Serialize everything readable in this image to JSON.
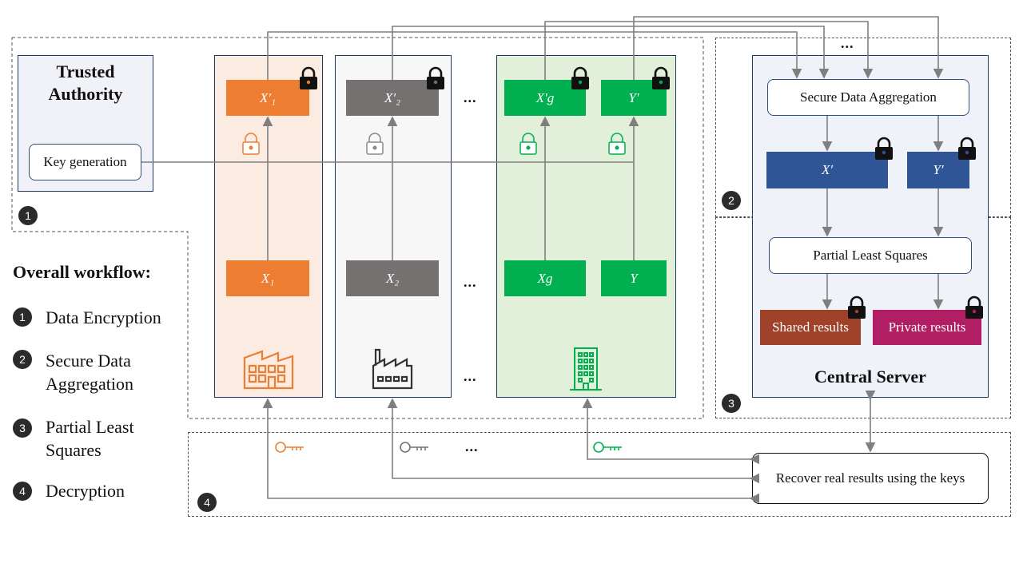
{
  "trusted_authority": {
    "title_line1": "Trusted",
    "title_line2": "Authority",
    "key_generation": "Key generation"
  },
  "parties": [
    {
      "encrypted": "X′₁",
      "plain": "X₁",
      "color": "#ed7d31",
      "bg": "#fbebe1"
    },
    {
      "encrypted": "X′₂",
      "plain": "X₂",
      "color": "#767171",
      "bg": "#f7f7f7"
    },
    {
      "encrypted_x": "X′g",
      "encrypted_y": "Y′",
      "plain_x": "Xg",
      "plain_y": "Y",
      "color": "#00b050",
      "bg": "#e2f0d9"
    }
  ],
  "ellipsis": "...",
  "central_server": {
    "title": "Central Server",
    "secure_aggregation": "Secure Data Aggregation",
    "x_prime": "X′",
    "y_prime": "Y′",
    "pls": "Partial Least Squares",
    "shared_results": "Shared results",
    "private_results": "Private results",
    "box_color": "#2f5597",
    "shared_color": "#a0412a",
    "private_color": "#b01f63"
  },
  "recover": "Recover real results using the keys",
  "workflow": {
    "heading": "Overall workflow:",
    "steps": [
      {
        "num": "1",
        "line1": "Data Encryption",
        "line2": ""
      },
      {
        "num": "2",
        "line1": "Secure Data",
        "line2": "Aggregation"
      },
      {
        "num": "3",
        "line1": "Partial Least",
        "line2": "Squares"
      },
      {
        "num": "4",
        "line1": "Decryption",
        "line2": ""
      }
    ]
  },
  "stage_markers": [
    "1",
    "2",
    "3",
    "4"
  ],
  "icons": {
    "lock": "lock-icon",
    "key": "key-icon",
    "factory": "factory-icon",
    "building": "office-building-icon"
  }
}
